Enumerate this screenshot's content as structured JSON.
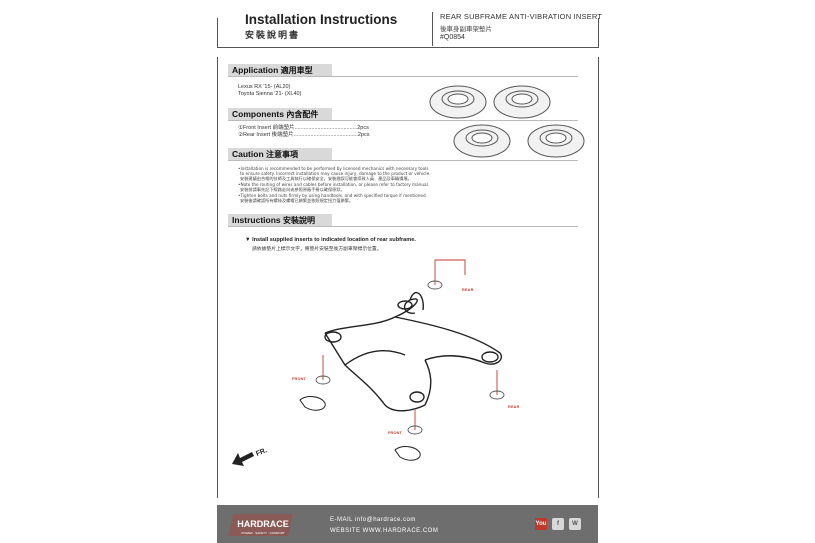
{
  "header": {
    "title_en": "Installation Instructions",
    "title_zh": "安裝說明書",
    "product_en": "REAR SUBFRAME ANTI-VIBRATION INSERT",
    "product_zh": "後車身副車架墊片",
    "product_code": "#Q0854"
  },
  "application": {
    "heading_en": "Application",
    "heading_zh": "適用車型",
    "vehicles": [
      "Lexus RX '15- (AL20)",
      "Toyota Sienna '21- (XL40)"
    ]
  },
  "components": {
    "heading_en": "Components",
    "heading_zh": "內含配件",
    "items": [
      {
        "marker": "①",
        "name": "Front Insert 前端墊片",
        "qty": "2pcs"
      },
      {
        "marker": "②",
        "name": "Rear Insert 後端墊片",
        "qty": "2pcs"
      }
    ]
  },
  "caution": {
    "heading_en": "Caution",
    "heading_zh": "注意事項",
    "lines": [
      "•Installation is recommended to be performed by licensed mechanics with necessary tools",
      "to ensure safety. Incorrect installation may cause injury, damage to the product or vehicle.",
      "安裝建議由合格的技師及工具執行以確保安全，安裝錯誤可能會導致人員、產品及車輛損壞。",
      "•Note the routing of wires and cables before installation, or please refer to factory manual.",
      "安裝前請事先記下線路走向或參照原廠手冊以確保原狀。",
      "•Tighten bolts and nuts firmly by using handtools, and with specified torque if mentioned.",
      "安裝後請確認所有螺絲及螺帽已鎖緊並依照規定扭力值鎖緊。"
    ]
  },
  "instructions": {
    "heading_en": "Instructions",
    "heading_zh": "安裝說明",
    "step_en": "▼ Install supplied inserts to indicated location of rear subframe.",
    "step_zh": "請依據墊片上標示文字，將墊片安裝至後方副車架標示位置。",
    "labels": {
      "front": "FRONT",
      "rear": "REAR",
      "fr": "FR."
    }
  },
  "footer": {
    "email": "E-MAIL  info@hardrace.com",
    "website": "WEBSITE  WWW.HARDRACE.COM",
    "brand": "HARDRACE",
    "brand_tagline": "POWER · SAFETY · COMFORT",
    "social": {
      "youtube": "You",
      "facebook": "f",
      "wechat": "W"
    }
  },
  "colors": {
    "accent_red": "#c0392b",
    "footer_bg": "#6e6e6e",
    "section_bg": "#d9d9d9"
  }
}
